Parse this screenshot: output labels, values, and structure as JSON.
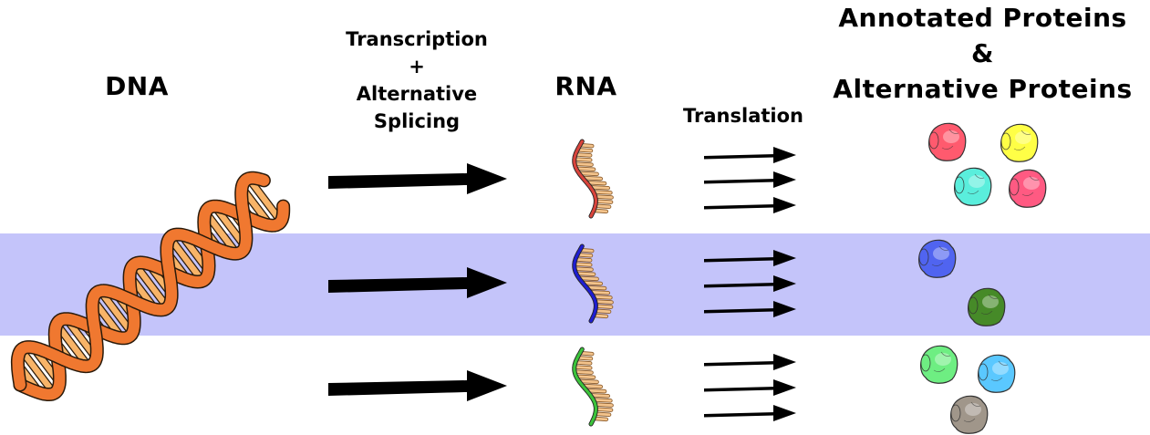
{
  "labels": {
    "dna": "DNA",
    "transcription_line1": "Transcription",
    "transcription_line2": "+",
    "transcription_line3": "Alternative",
    "transcription_line4": "Splicing",
    "rna": "RNA",
    "translation": "Translation",
    "proteins_line1": "Annotated Proteins",
    "proteins_line2": "&",
    "proteins_line3": "Alternative Proteins"
  },
  "colors": {
    "highlight_band": "#c4c4fa",
    "dna_strand": "#f07830",
    "dna_rung": "#f8b468",
    "rna_red": "#d9443c",
    "rna_blue": "#1e1ed2",
    "rna_green": "#3cc43c",
    "rna_rung": "#f4c48c",
    "protein_red": "#ff5a6e",
    "protein_yellow": "#ffff46",
    "protein_cyan": "#5aeedc",
    "protein_pink": "#ff5a82",
    "protein_blue": "#5064f0",
    "protein_olive": "#468a28",
    "protein_green": "#6eee82",
    "protein_sky": "#5ac8ff",
    "protein_taupe": "#a0968a"
  },
  "rows": [
    {
      "rna_color": "rna_red",
      "proteins": [
        "protein_red",
        "protein_yellow",
        "protein_cyan",
        "protein_pink"
      ]
    },
    {
      "rna_color": "rna_blue",
      "proteins": [
        "protein_blue",
        "protein_olive"
      ]
    },
    {
      "rna_color": "rna_green",
      "proteins": [
        "protein_green",
        "protein_sky",
        "protein_taupe"
      ]
    }
  ]
}
